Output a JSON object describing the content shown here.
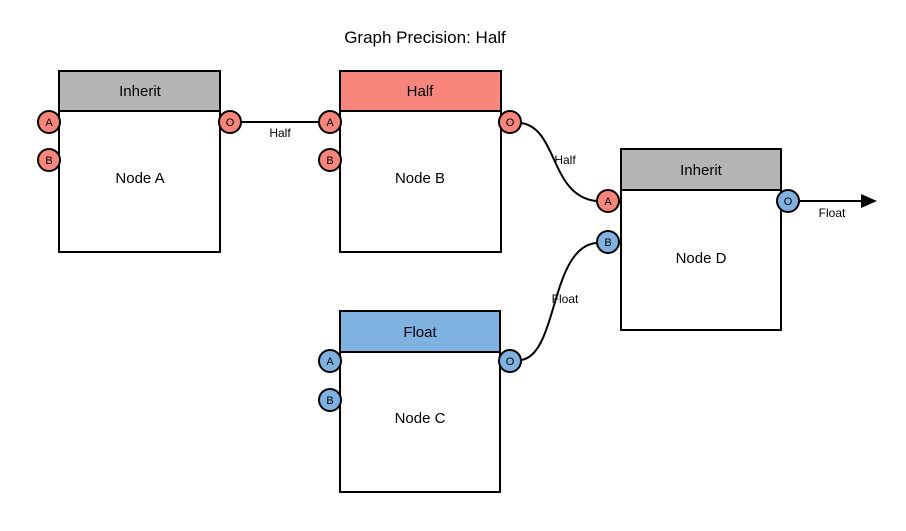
{
  "title": "Graph Precision: Half",
  "colors": {
    "inherit_gray": "#B5B5B5",
    "half_salmon": "#F8867C",
    "float_blue": "#7FB2E0",
    "node_body": "#FFFFFF",
    "stroke": "#000000"
  },
  "nodes": [
    {
      "name": "Node A",
      "precision_header": "Inherit",
      "header_color": "#B5B5B5",
      "ports": [
        {
          "label": "A",
          "color": "#F8867C"
        },
        {
          "label": "B",
          "color": "#F8867C"
        },
        {
          "label": "O",
          "color": "#F8867C"
        }
      ]
    },
    {
      "name": "Node B",
      "precision_header": "Half",
      "header_color": "#F8867C",
      "ports": [
        {
          "label": "A",
          "color": "#F8867C"
        },
        {
          "label": "B",
          "color": "#F8867C"
        },
        {
          "label": "O",
          "color": "#F8867C"
        }
      ]
    },
    {
      "name": "Node C",
      "precision_header": "Float",
      "header_color": "#7FB2E0",
      "ports": [
        {
          "label": "A",
          "color": "#7FB2E0"
        },
        {
          "label": "B",
          "color": "#7FB2E0"
        },
        {
          "label": "O",
          "color": "#7FB2E0"
        }
      ]
    },
    {
      "name": "Node D",
      "precision_header": "Inherit",
      "header_color": "#B5B5B5",
      "ports": [
        {
          "label": "A",
          "color": "#F8867C"
        },
        {
          "label": "B",
          "color": "#7FB2E0"
        },
        {
          "label": "O",
          "color": "#7FB2E0"
        }
      ]
    }
  ],
  "edges": [
    {
      "from": "Node A port O",
      "to": "Node B port A",
      "label": "Half"
    },
    {
      "from": "Node B port O",
      "to": "Node D port A",
      "label": "Half"
    },
    {
      "from": "Node C port O",
      "to": "Node D port B",
      "label": "Float"
    },
    {
      "from": "Node D port O",
      "to": "graph output arrow",
      "label": "Float"
    }
  ]
}
